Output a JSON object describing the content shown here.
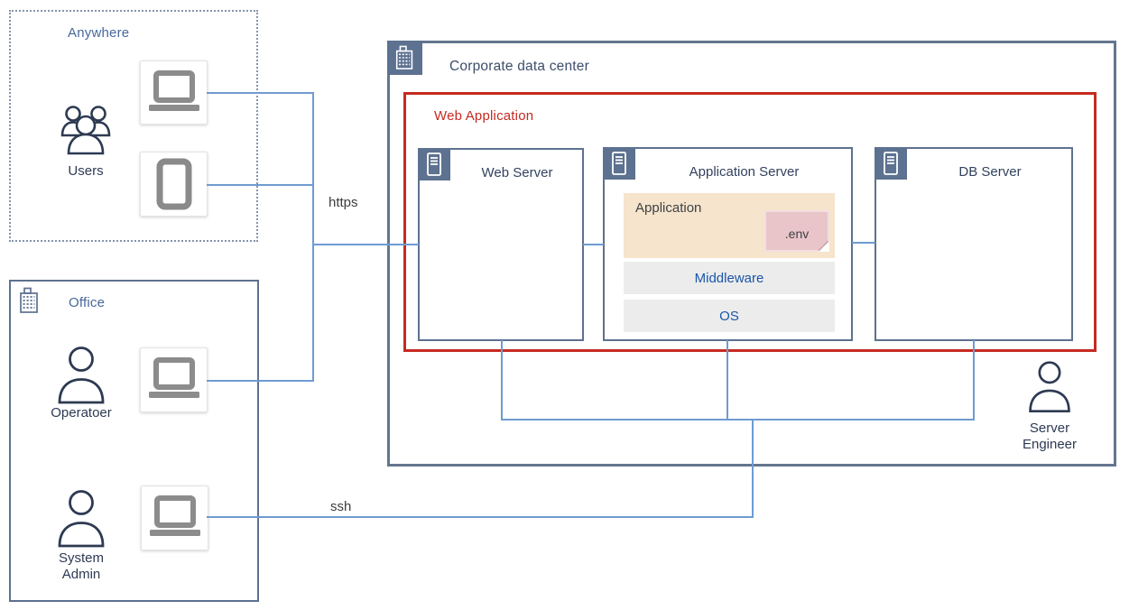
{
  "diagram": {
    "zones": {
      "anywhere": {
        "label": "Anywhere"
      },
      "office": {
        "label": "Office"
      },
      "datacenter": {
        "label": "Corporate data center"
      },
      "web_application": {
        "label": "Web Application"
      }
    },
    "actors": {
      "users": {
        "label": "Users"
      },
      "operator": {
        "label": "Operatoer"
      },
      "system_admin": {
        "label": "System Admin"
      },
      "server_engineer": {
        "label": "Server Engineer"
      }
    },
    "servers": {
      "web": {
        "label": "Web Server"
      },
      "app": {
        "label": "Application Server",
        "stack": {
          "application": "Application",
          "env_file": ".env",
          "middleware": "Middleware",
          "os": "OS"
        }
      },
      "db": {
        "label": "DB Server"
      }
    },
    "connections": {
      "https": {
        "label": "https"
      },
      "ssh": {
        "label": "ssh"
      }
    },
    "colors": {
      "zone_border_slate": "#5d7190",
      "datacenter_border": "#64758e",
      "red_accent": "#c62a21",
      "connector_blue": "#6e9bd2",
      "peach_block": "#f6e4cc",
      "pink_note": "#e9c5c9",
      "gray_block": "#ececec",
      "blue_text": "#1b55a8",
      "steel_label": "#47689c",
      "navy_text": "#2d3a52",
      "device_gray": "#8c8c8c"
    }
  }
}
